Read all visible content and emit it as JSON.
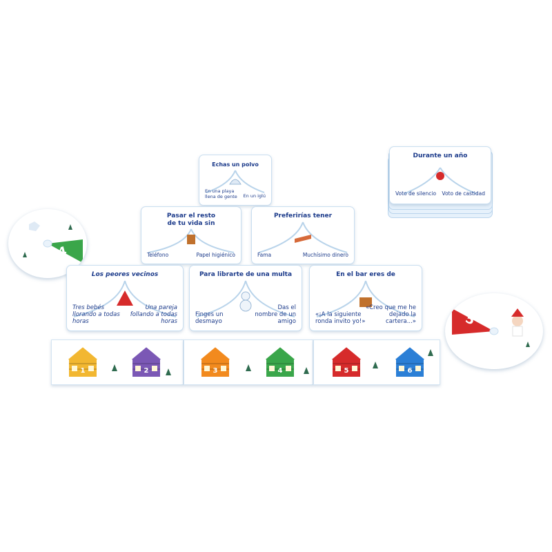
{
  "colors": {
    "title": "#1b3a8a",
    "red": "#d62b2b",
    "green": "#3aa64a"
  },
  "cards": {
    "echas": {
      "title": "Echas un polvo",
      "left": "En una playa llena de gente",
      "right": "En un iglú",
      "icon": "igloo-icon"
    },
    "pasar": {
      "title": "Pasar el resto de tu vida sin",
      "left": "Teléfono",
      "right": "Papel higiénico",
      "icon": "outhouse-icon"
    },
    "preferirias": {
      "title": "Preferirías tener",
      "left": "Fama",
      "right": "Muchísimo dinero",
      "icon": "sled-icon"
    },
    "peores": {
      "title": "Los peores vecinos",
      "left": "Tres bebés llorando a todas horas",
      "right": "Una pareja follando a todas horas",
      "icon": "warning-sign-icon"
    },
    "multa": {
      "title": "Para librarte de una multa",
      "left": "Finges un desmayo",
      "right": "Das el nombre de un amigo",
      "icon": "snowman-icon"
    },
    "bar": {
      "title": "En el bar eres de",
      "left": "«¡A la siguiente ronda invito yo!»",
      "right": "«Creo que me he dejado la cartera...»",
      "icon": "cabin-bar-icon"
    },
    "deck": {
      "title": "Durante un año",
      "left": "Voto de silencio",
      "right": "Voto de castidad",
      "icon": "santa-icon"
    }
  },
  "discs": [
    {
      "number": "4",
      "color": "#3aa64a"
    },
    {
      "number": "5",
      "color": "#d62b2b"
    }
  ],
  "houses": [
    {
      "number": "1",
      "color": "#f2b731"
    },
    {
      "number": "2",
      "color": "#7b58b5"
    },
    {
      "number": "3",
      "color": "#f28a1e"
    },
    {
      "number": "4",
      "color": "#3aa64a"
    },
    {
      "number": "5",
      "color": "#d62b2b"
    },
    {
      "number": "6",
      "color": "#2b7fd6"
    }
  ]
}
